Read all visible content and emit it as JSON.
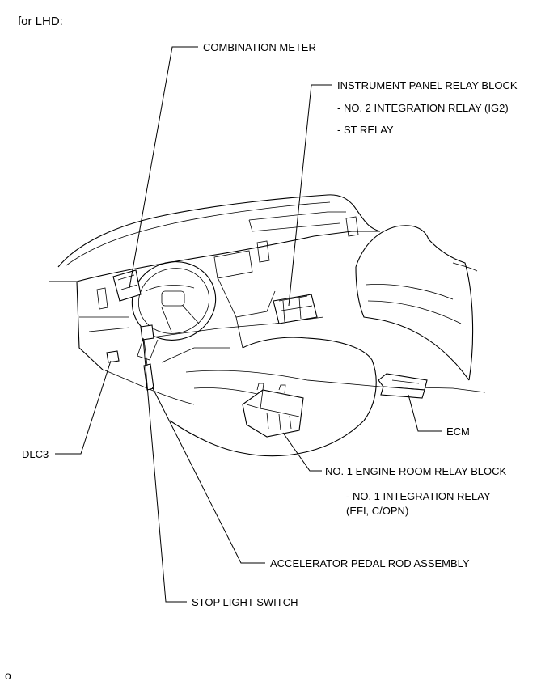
{
  "header": {
    "text": "for LHD:"
  },
  "labels": {
    "combination_meter": "COMBINATION METER",
    "ip_relay_block": "INSTRUMENT PANEL RELAY BLOCK",
    "ip_relay_sub1": "- NO. 2 INTEGRATION RELAY (IG2)",
    "ip_relay_sub2": "- ST RELAY",
    "ecm": "ECM",
    "dlc3": "DLC3",
    "engine_room_relay_block": "NO. 1 ENGINE ROOM RELAY BLOCK",
    "engine_room_sub1": "- NO. 1 INTEGRATION RELAY",
    "engine_room_sub2": "(EFI, C/OPN)",
    "accelerator_pedal": "ACCELERATOR PEDAL ROD ASSEMBLY",
    "stop_light_switch": "STOP LIGHT SWITCH"
  },
  "footer": {
    "mark": "o"
  }
}
